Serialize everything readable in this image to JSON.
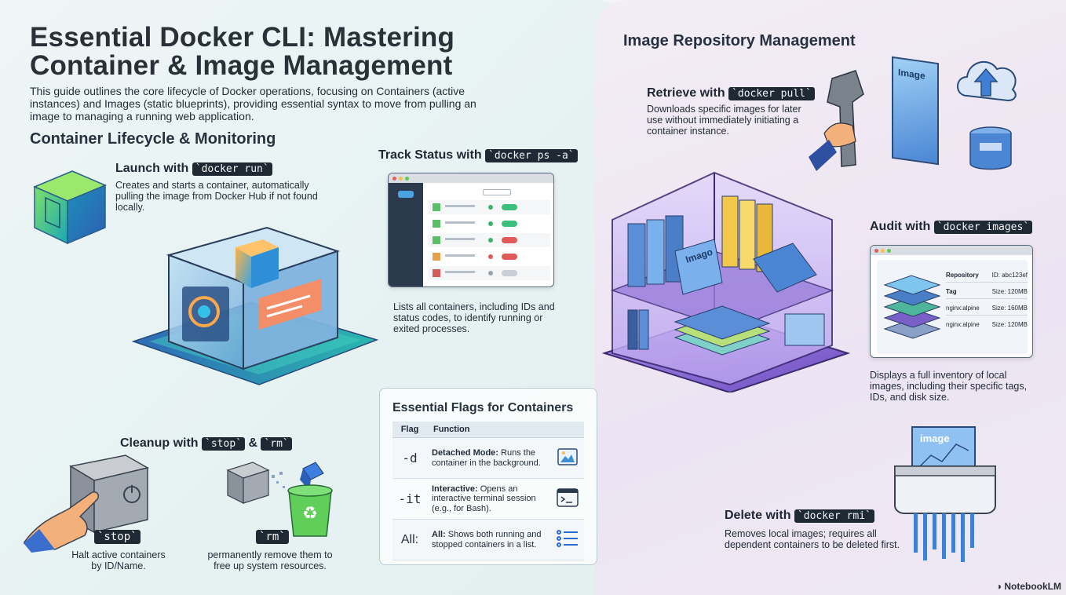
{
  "title": "Essential Docker CLI: Mastering Container & Image Management",
  "intro": "This guide outlines the core lifecycle of Docker operations, focusing on Containers (active instances) and Images (static blueprints), providing essential syntax to move from pulling an image to managing a running web application.",
  "left_section": {
    "heading": "Container Lifecycle & Monitoring",
    "launch": {
      "prefix": "Launch with",
      "cmd": "`docker run`",
      "desc": "Creates and starts a container, automatically pulling the image from Docker Hub if not found locally."
    },
    "track": {
      "prefix": "Track Status with",
      "cmd": "`docker ps -a`",
      "desc": "Lists all containers, including IDs and status codes, to identify running or exited processes."
    },
    "cleanup": {
      "prefix": "Cleanup with",
      "cmd1": "`stop`",
      "amp": "&",
      "cmd2": "`rm`",
      "stop_label": "`stop`",
      "stop_desc": "Halt active containers by ID/Name.",
      "rm_label": "`rm`",
      "rm_desc": "permanently remove them to free up system resources."
    }
  },
  "flags": {
    "heading": "Essential Flags for Containers",
    "col_flag": "Flag",
    "col_function": "Function",
    "rows": [
      {
        "flag": "-d",
        "bold": "Detached Mode:",
        "text": " Runs the container in the background.",
        "icon": "image-icon"
      },
      {
        "flag": "-it",
        "bold": "Interactive:",
        "text": " Opens an interactive terminal session (e.g., for Bash).",
        "icon": "terminal-icon"
      },
      {
        "flag": "All:",
        "bold": "All:",
        "text": " Shows both running and stopped containers in a list.",
        "icon": "list-icon"
      }
    ]
  },
  "right_section": {
    "heading": "Image Repository Management",
    "pull": {
      "prefix": "Retrieve with",
      "cmd": "`docker pull`",
      "desc": "Downloads specific images for later use without immediately initiating a container instance."
    },
    "audit": {
      "prefix": "Audit with",
      "cmd": "`docker images`",
      "desc": "Displays a full inventory of local images, including their specific tags, IDs, and disk size."
    },
    "delete": {
      "prefix": "Delete with",
      "cmd": "`docker rmi`",
      "desc": "Removes local images; requires all dependent containers to be deleted first."
    },
    "image_doc_label": "Image",
    "shredder_label": "image",
    "shelf_label": "Imago",
    "audit_table": [
      {
        "name": "Repository",
        "value": "ID: abc123ef"
      },
      {
        "name": "Tag",
        "value": "Size: 120MB"
      },
      {
        "name": "nginx:alpine",
        "value": "Size: 160MB"
      },
      {
        "name": "nginx:alpine",
        "value": "Size: 120MB"
      }
    ]
  },
  "watermark": "NotebookLM",
  "colors": {
    "accent_dark": "#1f2933",
    "teal": "#2fb3a8",
    "purple": "#8a6bd1"
  }
}
